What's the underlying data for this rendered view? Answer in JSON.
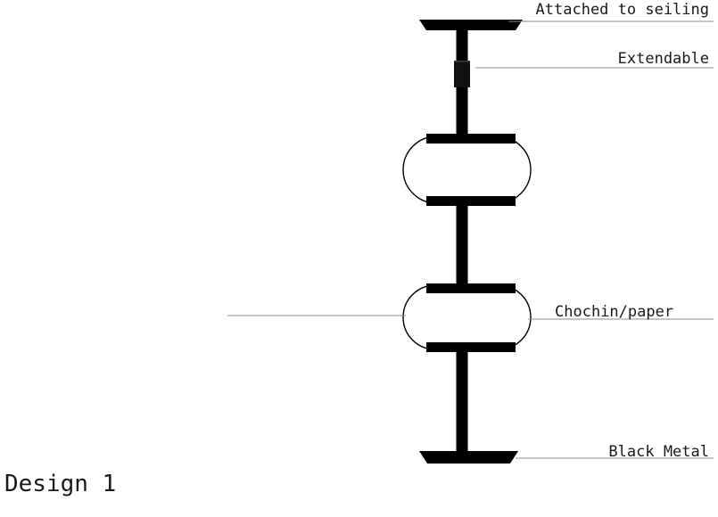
{
  "diagram": {
    "caption": "Design 1",
    "subject": "hanging chochin lantern pole",
    "annotations": [
      {
        "id": "ceiling",
        "text": "Attached to seiling",
        "align": "right",
        "leader": "right"
      },
      {
        "id": "extendable",
        "text": "Extendable",
        "align": "right",
        "leader": "right"
      },
      {
        "id": "chochin",
        "text": "Chochin/paper",
        "align": "left",
        "leader": "both"
      },
      {
        "id": "black_metal",
        "text": "Black Metal",
        "align": "right",
        "leader": "right"
      }
    ],
    "parts": [
      {
        "name": "ceiling-flange",
        "shape": "trapezoid",
        "color": "#000000"
      },
      {
        "name": "telescoping-pole-joint",
        "shape": "rect",
        "color": "#0d0d0d"
      },
      {
        "name": "vertical-pole",
        "shape": "rect",
        "color": "#000000"
      },
      {
        "name": "lantern-upper",
        "shape": "stadium",
        "fill": "#ffffff",
        "stroke": "#000000"
      },
      {
        "name": "lantern-lower",
        "shape": "stadium",
        "fill": "#ffffff",
        "stroke": "#000000"
      },
      {
        "name": "lantern-cap-bar",
        "shape": "rect",
        "color": "#000000"
      },
      {
        "name": "base-weight",
        "shape": "trapezoid",
        "color": "#000000"
      }
    ],
    "colors": {
      "ink": "#000000",
      "text": "#1a1a1a",
      "leader": "#8c8c8c",
      "background": "#ffffff",
      "lantern_fill": "#ffffff"
    }
  }
}
